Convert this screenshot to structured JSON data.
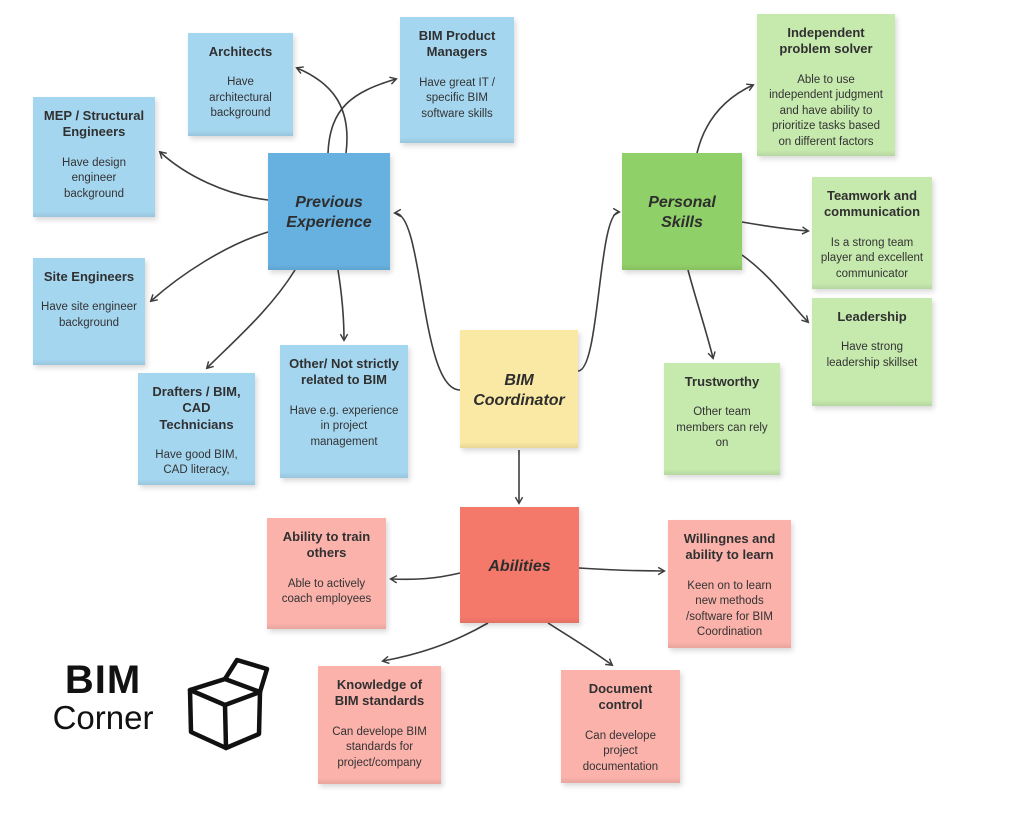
{
  "palette": {
    "light_blue": "#A5D6F0",
    "dark_blue": "#67B1E1",
    "yellow": "#FAE9A4",
    "green": "#90D069",
    "light_green": "#C6E9AE",
    "salmon": "#F5796B",
    "pink": "#FBB2AB",
    "arrow": "#3D3D3D",
    "text": "#303030"
  },
  "nodes": {
    "mep": {
      "title": "MEP / Structural Engineers",
      "body": "Have design engineer background"
    },
    "architects": {
      "title": "Architects",
      "body": "Have architectural background"
    },
    "bim_product_managers": {
      "title": "BIM Product Managers",
      "body": "Have great IT / specific BIM software skills"
    },
    "previous_experience": {
      "title": "Previous Experience"
    },
    "site_engineers": {
      "title": "Site Engineers",
      "body": "Have site engineer background"
    },
    "drafters": {
      "title": "Drafters / BIM, CAD Technicians",
      "body": "Have good BIM, CAD literacy,"
    },
    "other": {
      "title": "Other/ Not strictly related to BIM",
      "body": "Have e.g. experience in project management"
    },
    "bim_coordinator": {
      "title": "BIM Coordinator"
    },
    "personal_skills": {
      "title": "Personal Skills"
    },
    "independent": {
      "title": "Independent problem solver",
      "body": "Able to use independent judgment and have ability to prioritize tasks based on different factors"
    },
    "teamwork": {
      "title": "Teamwork and communication",
      "body": "Is a strong team player and excellent communicator"
    },
    "leadership": {
      "title": "Leadership",
      "body": "Have strong leadership skillset"
    },
    "trustworthy": {
      "title": "Trustworthy",
      "body": "Other team members can rely on"
    },
    "abilities": {
      "title": "Abilities"
    },
    "train_others": {
      "title": "Ability to train others",
      "body": "Able to actively coach employees"
    },
    "willingness": {
      "title": "Willingnes and ability to learn",
      "body": "Keen on to learn new methods /software for BIM Coordination"
    },
    "knowledge_standards": {
      "title": "Knowledge of BIM standards",
      "body": "Can develope BIM standards for project/company"
    },
    "document_control": {
      "title": "Document control",
      "body": "Can develope project documentation"
    }
  },
  "logo": {
    "bim": "BIM",
    "corner": "Corner"
  }
}
